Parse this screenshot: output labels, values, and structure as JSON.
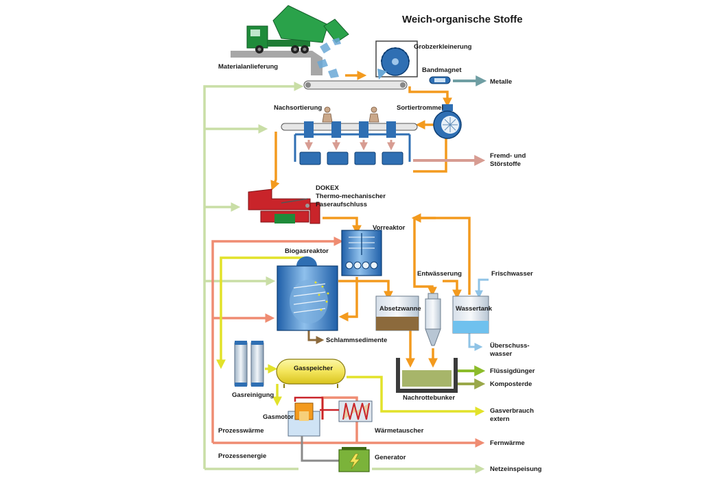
{
  "title": "Weich-organische Stoffe",
  "labels": {
    "materialanlieferung": "Materialanlieferung",
    "grobzerkleinerung": "Grobzerkleinerung",
    "bandmagnet": "Bandmagnet",
    "metalle": "Metalle",
    "nachsortierung": "Nachsortierung",
    "sortiertrommel": "Sortiertrommel",
    "fremdstoffe_1": "Fremd- und",
    "fremdstoffe_2": "Störstoffe",
    "dokex_1": "DOKEX",
    "dokex_2": "Thermo-mechanischer",
    "dokex_3": "Faseraufschluss",
    "vorreaktor": "Vorreaktor",
    "biogasreaktor": "Biogasreaktor",
    "entwaesserung": "Entwässerung",
    "frischwasser": "Frischwasser",
    "absetzwanne": "Absetzwanne",
    "wassertank": "Wassertank",
    "schlammsedimente": "Schlammsedimente",
    "ueberschuss_1": "Überschuss-",
    "ueberschuss_2": "wasser",
    "fluessigduenger": "Flüssigdünger",
    "komposterde": "Komposterde",
    "nachrottebunker": "Nachrottebunker",
    "gasreinigung": "Gasreinigung",
    "gasspeicher": "Gasspeicher",
    "gasmotor": "Gasmotor",
    "waermetauscher": "Wärmetauscher",
    "gasverbrauch_1": "Gasverbrauch",
    "gasverbrauch_2": "extern",
    "prozesswaerme": "Prozesswärme",
    "fernwaerme": "Fernwärme",
    "prozessenergie": "Prozessenergie",
    "generator": "Generator",
    "netzeinspeisung": "Netzeinspeisung"
  },
  "colors": {
    "material_flow": "#f39a1e",
    "energy_flow": "#c9dea6",
    "heat_flow": "#ef8c72",
    "gas_flow": "#e2e22a",
    "water_flow": "#8fc3e6",
    "metal_flow": "#6f9ea3",
    "reject_flow": "#d79c92",
    "sediment_flow": "#8c6a3c",
    "fertilizer_flow": "#8cbc2a",
    "equipment_blue": "#2f6fb3",
    "truck_green": "#1f8b3a",
    "dokex_red": "#c9242a"
  },
  "icons": {
    "truck": "truck-icon",
    "crusher": "crusher-icon",
    "magnet": "magnet-icon",
    "drum": "drum-icon",
    "worker": "worker-icon",
    "generator": "lightning-icon"
  }
}
